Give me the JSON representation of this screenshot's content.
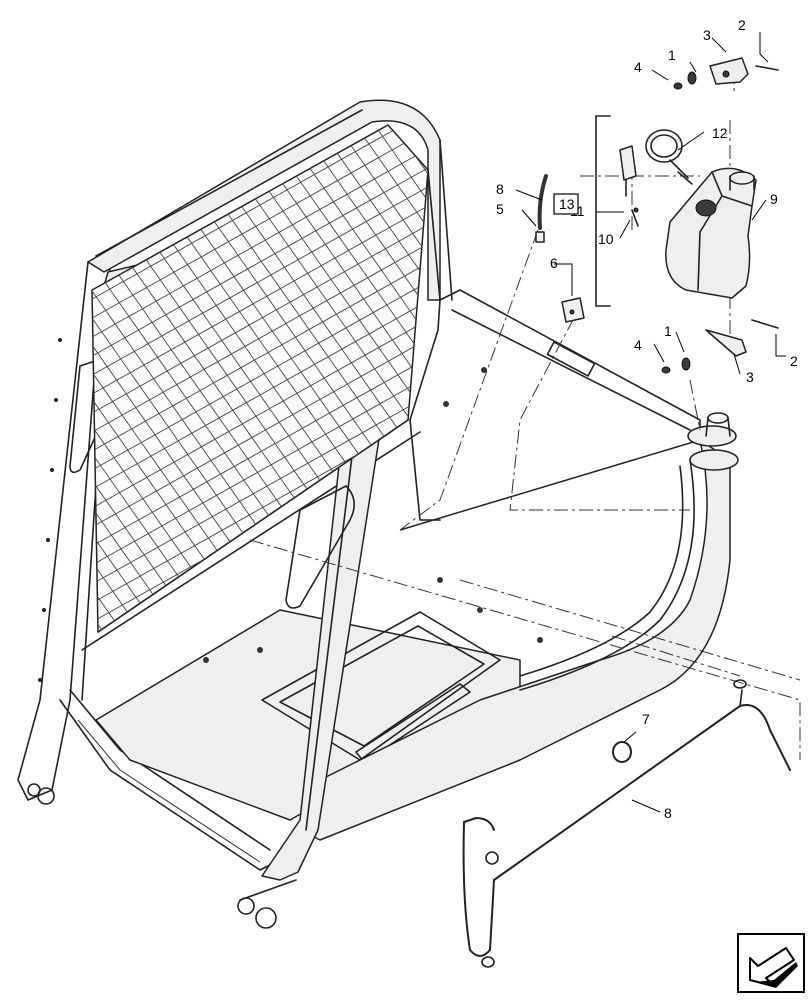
{
  "callouts": {
    "c1_top": "1",
    "c2_top": "2",
    "c3_top": "3",
    "c4_top": "4",
    "c5": "5",
    "c6": "6",
    "c7": "7",
    "c8_top": "8",
    "c8_bottom": "8",
    "c9": "9",
    "c10": "10",
    "c11": "11",
    "c12": "12",
    "c13": "13",
    "c1_bottom": "1",
    "c2_bottom": "2",
    "c3_bottom": "3",
    "c4_bottom": "4"
  },
  "icons": {
    "nav": "arrow-left-down-icon"
  }
}
